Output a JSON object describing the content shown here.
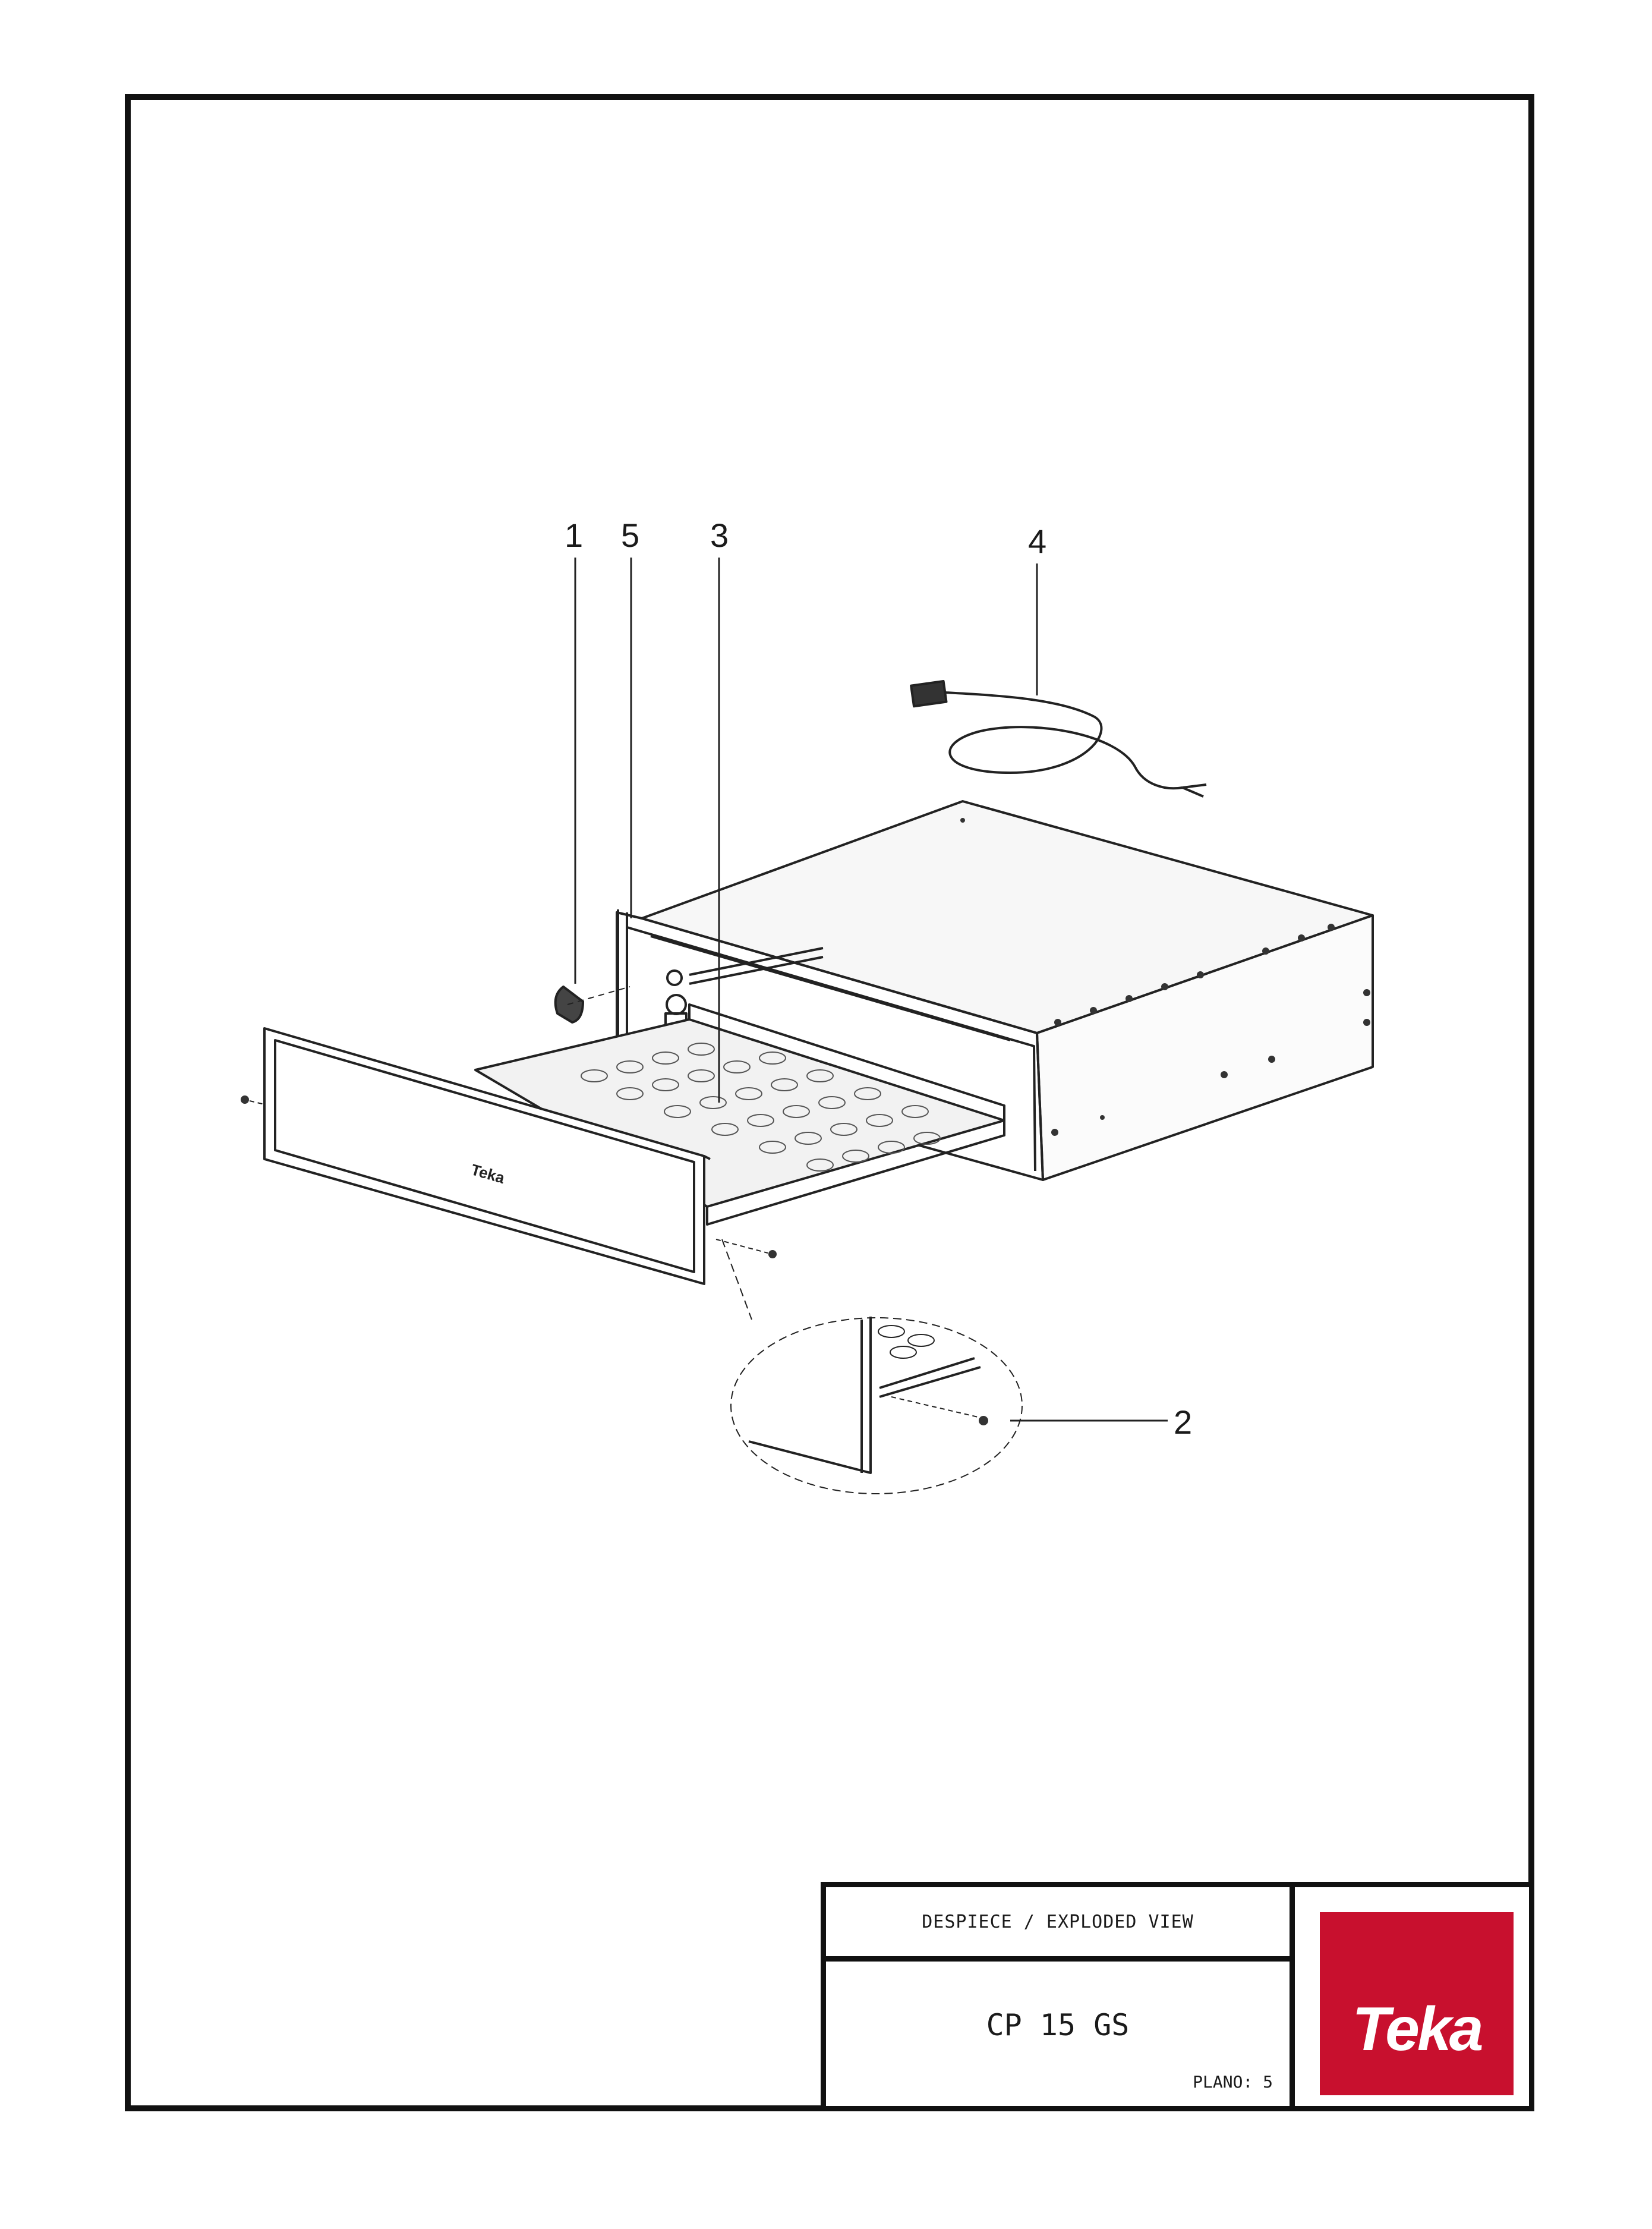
{
  "drawing": {
    "callouts": [
      "1",
      "5",
      "3",
      "4",
      "2"
    ]
  },
  "title_block": {
    "title": "DESPIECE / EXPLODED VIEW",
    "model": "CP 15 GS",
    "plano": "PLANO: 5"
  },
  "logo": {
    "text": "Teka",
    "color": "#c8102e"
  }
}
